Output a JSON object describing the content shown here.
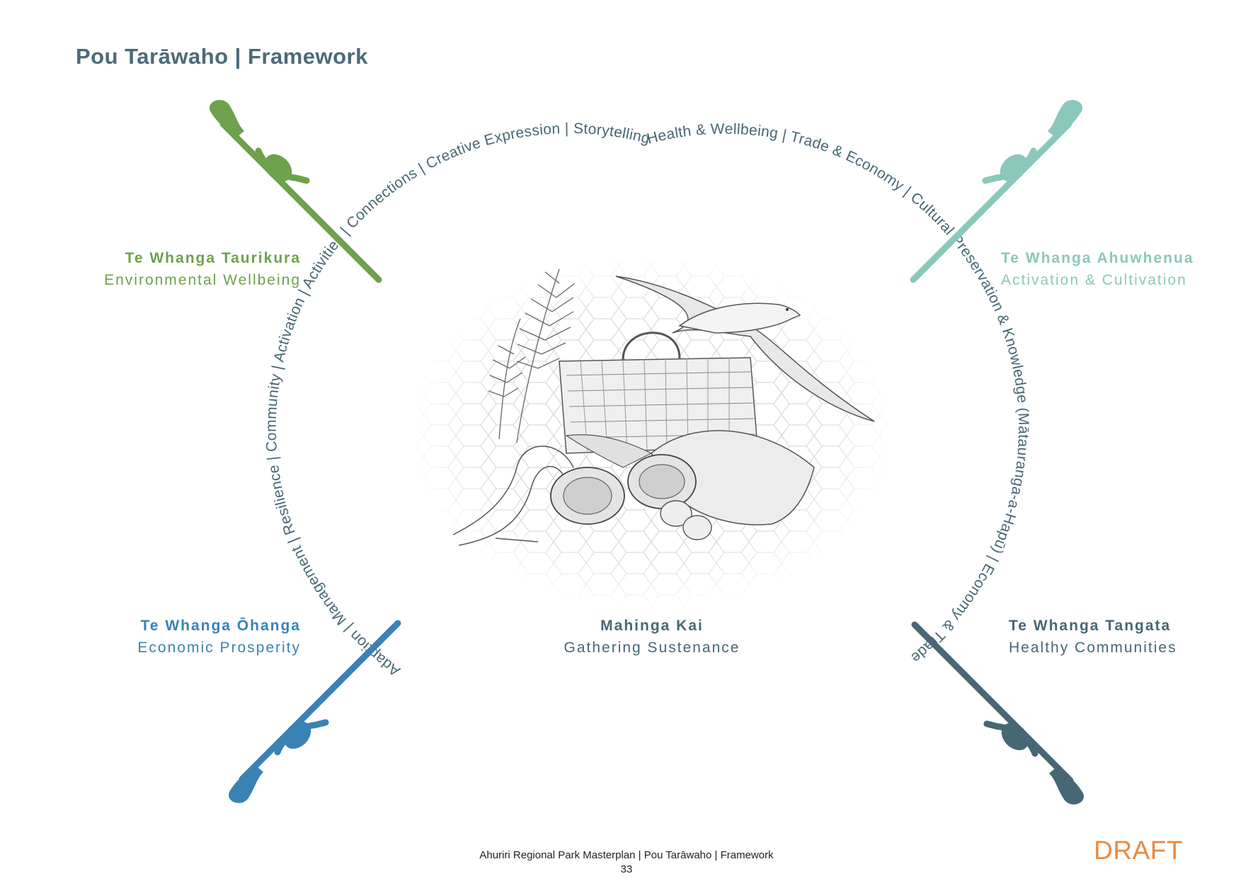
{
  "page": {
    "title": "Pou Tarāwaho | Framework"
  },
  "colors": {
    "environmental": "#6ea14b",
    "activation": "#8ac8bb",
    "economic": "#3a82b4",
    "community": "#476774",
    "arc_text": "#476774",
    "draft": "#ea8a3f"
  },
  "pillars": {
    "environmental": {
      "name": "Te Whanga Taurikura",
      "subtitle": "Environmental Wellbeing",
      "icon": "taiaha-staff-icon"
    },
    "activation": {
      "name": "Te Whanga Ahuwhenua",
      "subtitle": "Activation & Cultivation",
      "icon": "taiaha-staff-icon"
    },
    "economic": {
      "name": "Te Whanga Ōhanga",
      "subtitle": "Economic Prosperity",
      "icon": "taiaha-staff-icon"
    },
    "community": {
      "name": "Te Whanga Tangata",
      "subtitle": "Healthy Communities",
      "icon": "taiaha-staff-icon"
    }
  },
  "center": {
    "name": "Mahinga Kai",
    "subtitle": "Gathering Sustenance",
    "illustration": "mahinga-kai-illustration"
  },
  "arc": {
    "left": "Adaption | Management | Resilience | Community | Activation | Activities | Connections | Creative Expression | Storytelling",
    "right": "Health & Wellbeing | Trade & Economy | Cultural Preservation & Knowledge (Mātauranga-a-Hapū) | Economy & Trade"
  },
  "footer": {
    "document": "Ahuriri Regional Park Masterplan | Pou Tarāwaho | Framework",
    "page_number": "33",
    "status": "DRAFT"
  }
}
